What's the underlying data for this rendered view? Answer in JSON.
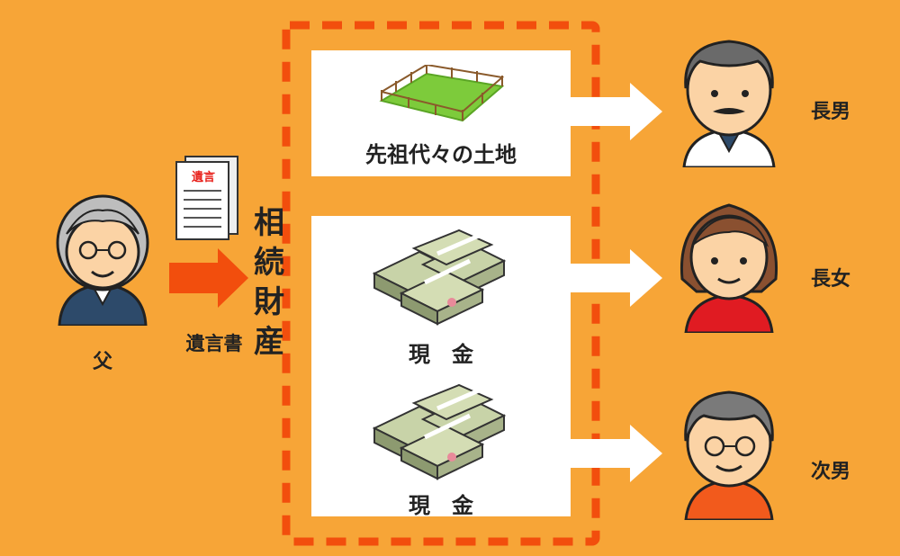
{
  "father": {
    "label": "父"
  },
  "will": {
    "doc_title": "遺言",
    "label": "遺言書"
  },
  "estate": {
    "title_chars": [
      "相",
      "続",
      "財",
      "産"
    ]
  },
  "assets": {
    "land": {
      "label": "先祖代々の土地"
    },
    "cash1": {
      "label": "現　金"
    },
    "cash2": {
      "label": "現　金"
    }
  },
  "heirs": {
    "eldest_son": {
      "label": "長男"
    },
    "eldest_daughter": {
      "label": "長女"
    },
    "second_son": {
      "label": "次男"
    }
  },
  "colors": {
    "background": "#f7a537",
    "dashed_border": "#f24e0d",
    "arrow": "#f24e0d",
    "land": "#7dcb3b",
    "cash": "#c8d3a8"
  }
}
